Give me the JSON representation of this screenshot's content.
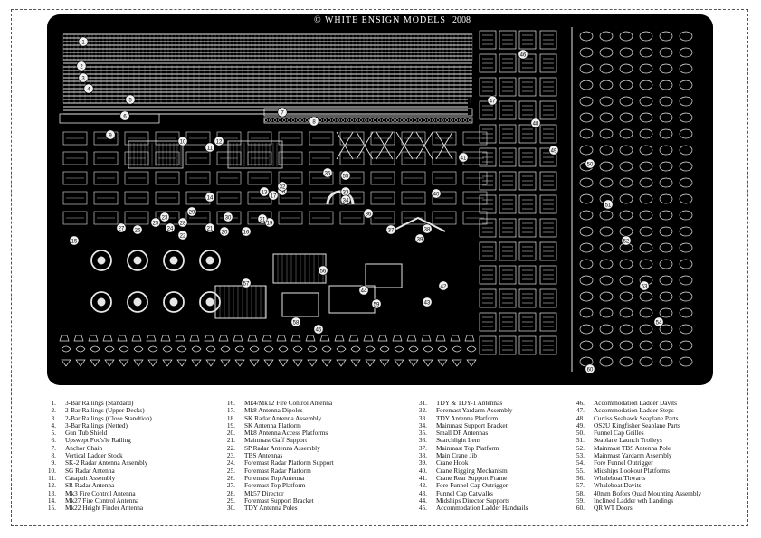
{
  "fret": {
    "copyright_symbol": "©",
    "maker": "WHITE ENSIGN MODELS",
    "year": "2008",
    "callouts": [
      "1",
      "2",
      "3",
      "4",
      "5",
      "6",
      "7",
      "8",
      "9",
      "10",
      "11",
      "12",
      "13",
      "14",
      "15",
      "16",
      "17",
      "18",
      "19",
      "20",
      "21",
      "22",
      "23",
      "24",
      "25",
      "26",
      "27",
      "28",
      "29",
      "30",
      "31",
      "32",
      "33",
      "34",
      "35",
      "36",
      "37",
      "38",
      "39",
      "40",
      "41",
      "42",
      "43",
      "44",
      "45",
      "46",
      "47",
      "48",
      "49",
      "50",
      "51",
      "52",
      "53",
      "54",
      "55",
      "56",
      "57",
      "58",
      "59",
      "60"
    ]
  },
  "legend": {
    "columns": [
      [
        {
          "n": "1.",
          "t": "3-Bar Railings (Standard)"
        },
        {
          "n": "2.",
          "t": "2-Bar Railings (Upper Decks)"
        },
        {
          "n": "3.",
          "t": "2-Bar Railings (Close Standtion)"
        },
        {
          "n": "4.",
          "t": "3-Bar Railings (Netted)"
        },
        {
          "n": "5.",
          "t": "Gun Tub Shield"
        },
        {
          "n": "6.",
          "t": "Upswept Foc's'le Railing"
        },
        {
          "n": "7.",
          "t": "Anchor Chain"
        },
        {
          "n": "8.",
          "t": "Vertical Ladder Stock"
        },
        {
          "n": "9.",
          "t": "SK-2 Radar Antenna Assembly"
        },
        {
          "n": "10.",
          "t": "SG Radar Antenna"
        },
        {
          "n": "11.",
          "t": "Catapult Assembly"
        },
        {
          "n": "12.",
          "t": "SR Radar Antenna"
        },
        {
          "n": "13.",
          "t": "Mk3 Fire Control Antenna"
        },
        {
          "n": "14.",
          "t": "Mk27 Fire Control Antenna"
        },
        {
          "n": "15.",
          "t": "Mk22 Height Finder Antenna"
        }
      ],
      [
        {
          "n": "16.",
          "t": "Mk4/Mk12 Fire Control Antenna"
        },
        {
          "n": "17.",
          "t": "Mk8 Antenna Dipoles"
        },
        {
          "n": "18.",
          "t": "SK Radar Antenna Assembly"
        },
        {
          "n": "19.",
          "t": "SK Antenna Platform"
        },
        {
          "n": "20.",
          "t": "Mk8 Antenna Access Platforms"
        },
        {
          "n": "21.",
          "t": "Mainmast Gaff Support"
        },
        {
          "n": "22.",
          "t": "SP Radar Antenna Assembly"
        },
        {
          "n": "23.",
          "t": "TBS Antennas"
        },
        {
          "n": "24.",
          "t": "Foremast Radar Platform Support"
        },
        {
          "n": "25.",
          "t": "Foremast Radar Platform"
        },
        {
          "n": "26.",
          "t": "Foremast Top Antenna"
        },
        {
          "n": "27.",
          "t": "Foremast Top Platform"
        },
        {
          "n": "28.",
          "t": "Mk57 Director"
        },
        {
          "n": "29.",
          "t": "Foremast Support Bracket"
        },
        {
          "n": "30.",
          "t": "TDY Antenna Poles"
        }
      ],
      [
        {
          "n": "31.",
          "t": "TDY & TDY-1 Antennas"
        },
        {
          "n": "32.",
          "t": "Foremast Yardarm Assembly"
        },
        {
          "n": "33.",
          "t": "TDY Antenna Platform"
        },
        {
          "n": "34.",
          "t": "Mainmast Support Bracket"
        },
        {
          "n": "35.",
          "t": "Small DF Antennas"
        },
        {
          "n": "36.",
          "t": "Searchlight Lens"
        },
        {
          "n": "37.",
          "t": "Mainmast Top Platform"
        },
        {
          "n": "38.",
          "t": "Main Crane Jib"
        },
        {
          "n": "39.",
          "t": "Crane Hook"
        },
        {
          "n": "40.",
          "t": "Crane Rigging Mechanism"
        },
        {
          "n": "41.",
          "t": "Crane Rear Support Frame"
        },
        {
          "n": "42.",
          "t": "Fore Funnel Cap Outrigger"
        },
        {
          "n": "43.",
          "t": "Funnel Cap Catwalks"
        },
        {
          "n": "44.",
          "t": "Midships Director Supports"
        },
        {
          "n": "45.",
          "t": "Accommodation Ladder Handrails"
        }
      ],
      [
        {
          "n": "46.",
          "t": "Accommodation Ladder Davits"
        },
        {
          "n": "47.",
          "t": "Accommodation Ladder Steps"
        },
        {
          "n": "48.",
          "t": "Curtiss Seahawk Seaplane Parts"
        },
        {
          "n": "49.",
          "t": "OS2U Kingfisher Seaplane Parts"
        },
        {
          "n": "50.",
          "t": "Funnel Cap Grilles"
        },
        {
          "n": "51.",
          "t": "Seaplane Launch Trolleys"
        },
        {
          "n": "52.",
          "t": "Mainmast TBS Antenna Pole"
        },
        {
          "n": "53.",
          "t": "Mainmast Yardarm Assembly"
        },
        {
          "n": "54.",
          "t": "Fore Funnel Outrigger"
        },
        {
          "n": "55.",
          "t": "Midships Lookout Platforms"
        },
        {
          "n": "56.",
          "t": "Whaleboat Thwarts"
        },
        {
          "n": "57.",
          "t": "Whaleboat Davits"
        },
        {
          "n": "58.",
          "t": "40mm Bofors Quad Mounting Assembly"
        },
        {
          "n": "59.",
          "t": "Inclined Ladder wth Landings"
        },
        {
          "n": "60.",
          "t": "QR WT Doors"
        }
      ]
    ]
  }
}
